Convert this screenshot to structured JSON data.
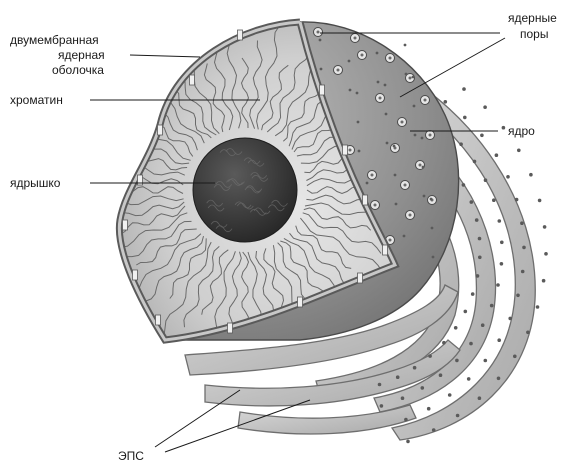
{
  "labels": {
    "envelope_line1": "двумембранная",
    "envelope_line2": "ядерная",
    "envelope_line3": "оболочка",
    "chromatin": "хроматин",
    "nucleolus": "ядрышко",
    "pores_line1": "ядерные",
    "pores_line2": "поры",
    "nucleus": "ядро",
    "er": "ЭПС"
  },
  "colors": {
    "envelope_outer": "#8a8a8a",
    "envelope_inner": "#b8b8b8",
    "interior_light": "#d4d4d4",
    "interior_dark": "#9a9a9a",
    "nucleolus": "#3c3c3c",
    "er_fill": "#c9c9c9",
    "er_edge": "#6e6e6e",
    "pore": "#e6e6e6"
  }
}
